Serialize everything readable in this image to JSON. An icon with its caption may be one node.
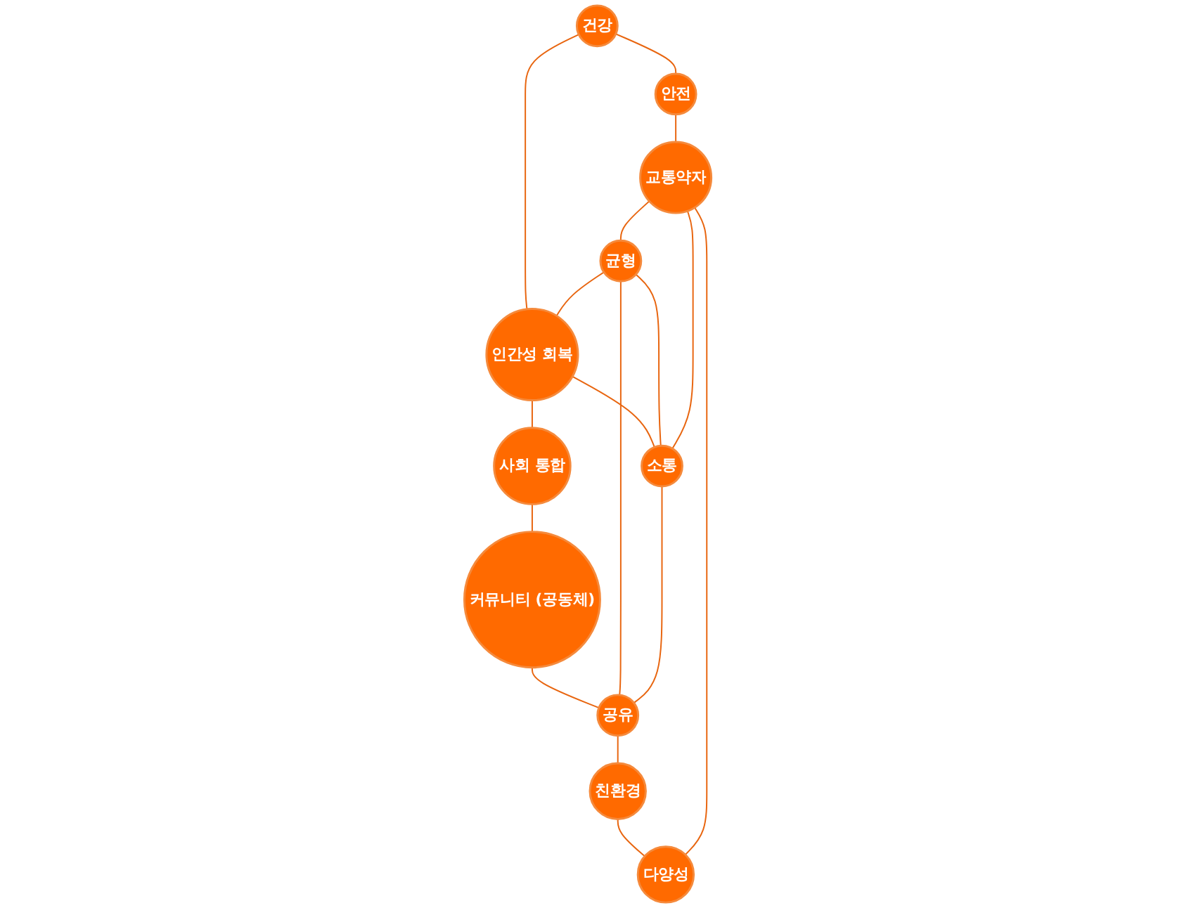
{
  "diagram": {
    "nodes": [
      {
        "text": [
          "건강"
        ]
      },
      {
        "text": [
          "안전"
        ]
      },
      {
        "text": [
          "인간성 회복"
        ]
      },
      {
        "text": [
          "교통약자"
        ]
      },
      {
        "text": [
          "균형"
        ]
      },
      {
        "text": [
          "사회 통합"
        ]
      },
      {
        "text": [
          "소통"
        ]
      },
      {
        "text": [
          "다양성"
        ]
      },
      {
        "text": [
          "커뮤니티 (공동체)"
        ]
      },
      {
        "text": [
          "공유"
        ]
      },
      {
        "text": [
          "친환경"
        ]
      }
    ],
    "edges": [
      {
        "from": 0,
        "to": 1,
        "arrow": "none"
      },
      {
        "from": 0,
        "to": 2,
        "arrow": "none"
      },
      {
        "from": 1,
        "to": 3,
        "arrow": "none"
      },
      {
        "from": 2,
        "to": 5,
        "arrow": "none"
      },
      {
        "from": 5,
        "to": 8,
        "arrow": "none"
      },
      {
        "from": 8,
        "to": 9,
        "arrow": "none"
      },
      {
        "from": 9,
        "to": 10,
        "arrow": "none"
      },
      {
        "from": 10,
        "to": 7,
        "arrow": "none"
      },
      {
        "from": 7,
        "to": 3,
        "arrow": "none"
      },
      {
        "from": 3,
        "to": 4,
        "arrow": "none"
      },
      {
        "from": 4,
        "to": 2,
        "arrow": "none"
      },
      {
        "from": 2,
        "to": 6,
        "arrow": "none"
      },
      {
        "from": 4,
        "to": 6,
        "arrow": "none"
      },
      {
        "from": 4,
        "to": 9,
        "arrow": "none"
      },
      {
        "from": 3,
        "to": 6,
        "arrow": "none"
      },
      {
        "from": 6,
        "to": 9,
        "arrow": "none"
      }
    ]
  }
}
